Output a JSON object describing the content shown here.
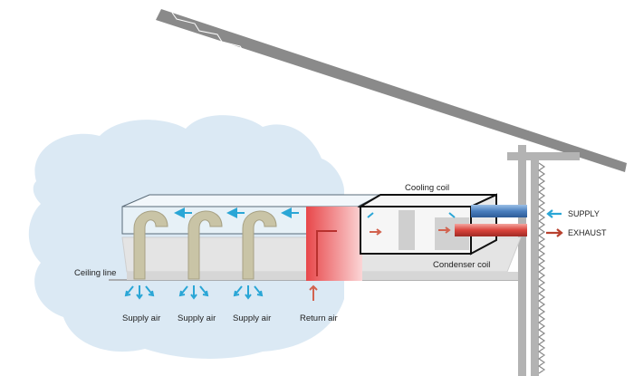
{
  "labels": {
    "cooling_coil": "Cooling coil",
    "condenser_coil": "Condenser coil",
    "ceiling_line": "Ceiling line",
    "supply": "SUPPLY",
    "exhaust": "EXHAUST",
    "supply_air_1": "Supply air",
    "supply_air_2": "Supply air",
    "supply_air_3": "Supply air",
    "return_air": "Return air"
  },
  "colors": {
    "cloud": "#dbe9f4",
    "roof": "#8a8a8a",
    "wall": "#b3b3b3",
    "duct_tube": "#c9c4a6",
    "return_red": "#e8474a",
    "cold_arrow": "#2aa6d6",
    "hot_arrow": "#b8412e",
    "supply_pipe": "#5b8fc9",
    "exhaust_pipe": "#d9433b"
  }
}
